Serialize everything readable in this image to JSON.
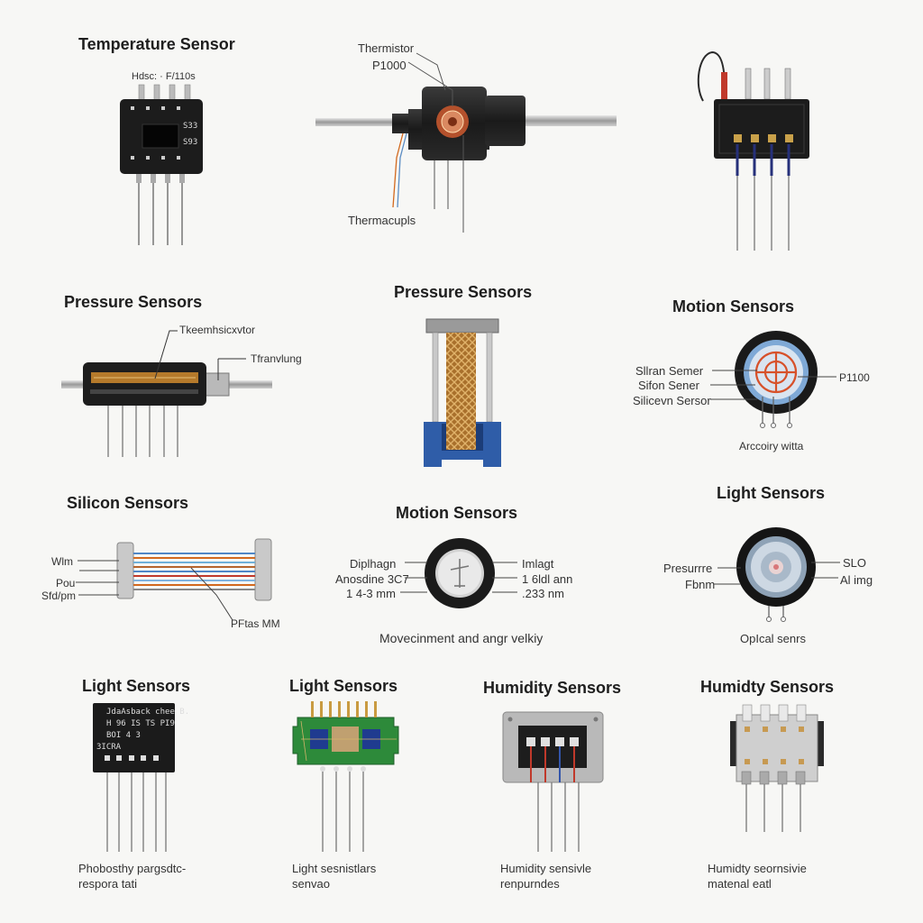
{
  "diagrams": [
    {
      "title": "Temperature Sensor",
      "chip_label": "Hdsc: · F/110s",
      "left_text": "",
      "right_text": ""
    },
    {
      "title": "",
      "labels": [
        "Thermistor",
        "P1000",
        "Thermacupls"
      ]
    },
    {
      "title": "",
      "labels": []
    },
    {
      "title": "Pressure Sensors",
      "labels": [
        "Tkeemhsicxvtor",
        "Tfranvlung"
      ]
    },
    {
      "title": "Pressure Sensors",
      "labels": []
    },
    {
      "title": "Motion Sensors",
      "labels": [
        "Sllran Semer",
        "Sifon Sener",
        "Silicevn Sersor",
        "P1100",
        "Arccoiry witta"
      ]
    },
    {
      "title": "Silicon Sensors",
      "labels": [
        "Wlm",
        "Pou",
        "Sfd/pm",
        "PFtas MM"
      ]
    },
    {
      "title": "Motion Sensors",
      "labels": [
        "Diplhagn",
        "Anosdine 3C7",
        "1 4-3 mm",
        "Imlagt",
        "1 6ldl ann",
        ".233 nm"
      ],
      "caption": "Movecinment and angr velkiy"
    },
    {
      "title": "Light Sensors",
      "labels": [
        "Presurrre",
        "Fbnm",
        "SLO",
        "Al img"
      ],
      "caption": "OpIcal senrs"
    },
    {
      "title": "Light Sensors",
      "chip_lines": [
        "JdaAsback chee B.",
        "H 96 IS TS PI9",
        "BOI 4 3",
        "3ICRA"
      ],
      "caption": [
        "Phobosthy pargsdtc-",
        "respora tati"
      ]
    },
    {
      "title": "Light Sensors",
      "caption": [
        "Light sesnistlars",
        "senvao"
      ]
    },
    {
      "title": "Humidity Sensors",
      "caption": [
        "Humidity sensivle",
        "renpurndes"
      ]
    },
    {
      "title": "Humidty Sensors",
      "caption": [
        "Humidty seornsivie",
        "matenal eatl"
      ]
    }
  ]
}
